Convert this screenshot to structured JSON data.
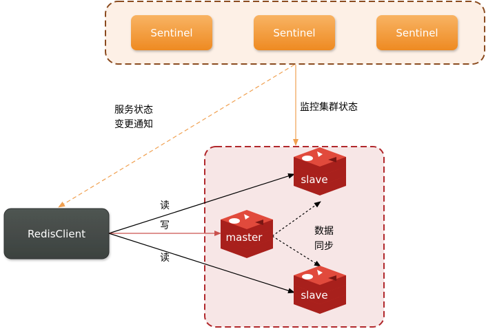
{
  "sentinels": [
    "Sentinel",
    "Sentinel",
    "Sentinel"
  ],
  "notify_label": [
    "服务状态",
    "变更通知"
  ],
  "monitor_label": "监控集群状态",
  "client_label": "RedisClient",
  "read_label": "读",
  "write_label": "写",
  "read_label_2": "读",
  "sync_label": [
    "数据",
    "同步"
  ],
  "nodes": {
    "master": "master",
    "slave_top": "slave",
    "slave_bottom": "slave"
  },
  "colors": {
    "sentinel_fill": "#f29a3a",
    "sentinel_group_fill": "#fdf0e6",
    "sentinel_group_border": "#8a4a1e",
    "cluster_fill": "#f7e6e6",
    "cluster_border": "#b0262a",
    "redis_red": "#d6382d",
    "client_fill": "#454b48",
    "write_arrow": "#c9504d",
    "notify_arrow": "#f0a050"
  }
}
